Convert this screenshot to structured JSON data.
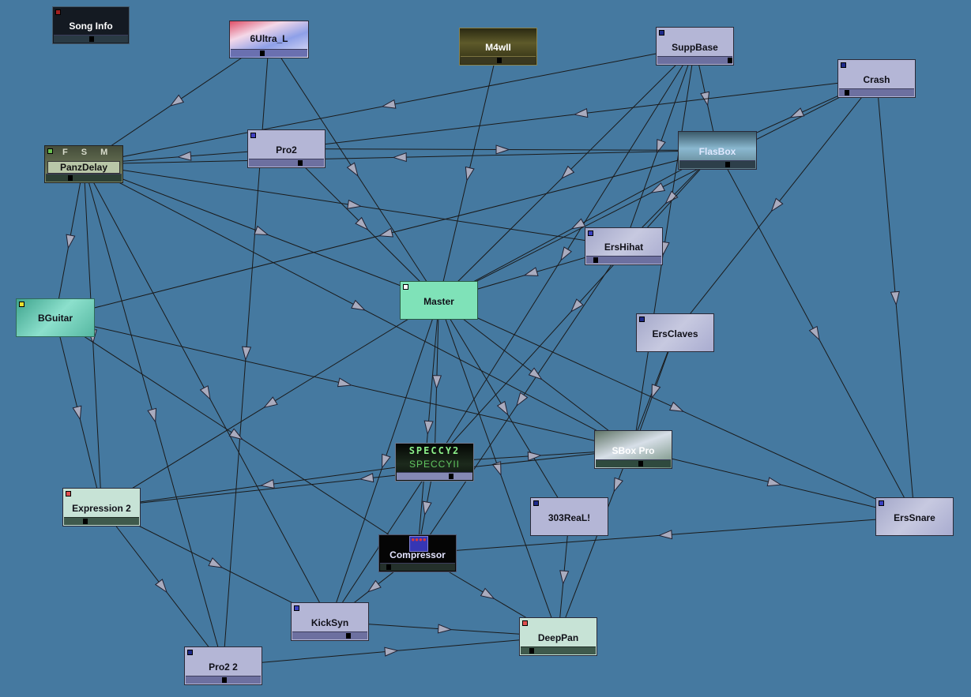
{
  "canvas": {
    "background": "#4579a0",
    "wire_color": "#1a1a1a",
    "arrow_fill": "#a9abbe"
  },
  "machines": [
    {
      "id": "songinfo",
      "label": "Song Info",
      "kind": "song-info",
      "theme": "t-songinfo",
      "led_color": "#a02020",
      "slider_fraction": 0.5
    },
    {
      "id": "ultra",
      "label": "6Ultra_L",
      "kind": "generator",
      "theme": "t-ultra",
      "led_color": "#6a70b0",
      "slider_fraction": 0.4
    },
    {
      "id": "m4",
      "label": "M4wII",
      "kind": "generator",
      "theme": "t-m4",
      "led_color": "#3a3820",
      "slider_fraction": 0.5
    },
    {
      "id": "suppbase",
      "label": "SuppBase",
      "kind": "generator",
      "theme": "t-generator",
      "led_color": "#1e2a8a",
      "slider_fraction": 0.95
    },
    {
      "id": "crash",
      "label": "Crash",
      "kind": "generator",
      "theme": "t-generator",
      "led_color": "#1e2a8a",
      "slider_fraction": 0.08
    },
    {
      "id": "panz",
      "label": "PanzDelay",
      "kind": "effect",
      "theme": "t-panz",
      "led_color": "#6ac050",
      "slider_fraction": 0.3
    },
    {
      "id": "pro2",
      "label": "Pro2",
      "kind": "generator",
      "theme": "t-generator",
      "led_color": "#4040c0",
      "slider_fraction": 0.65
    },
    {
      "id": "flas",
      "label": "FlasBox",
      "kind": "generator",
      "theme": "t-flas",
      "led_color": "#2d3f4a",
      "slider_fraction": 0.62
    },
    {
      "id": "ershihat",
      "label": "ErsHihat",
      "kind": "generator",
      "theme": "t-stone",
      "led_color": "#3a40c0",
      "slider_fraction": 0.1
    },
    {
      "id": "master",
      "label": "Master",
      "kind": "master",
      "theme": "t-master",
      "led_color": "#ffffff",
      "slider_fraction": -1
    },
    {
      "id": "bguitar",
      "label": "BGuitar",
      "kind": "generator",
      "theme": "t-bguitar",
      "led_color": "#e8e030",
      "slider_fraction": -1
    },
    {
      "id": "ersclaves",
      "label": "ErsClaves",
      "kind": "generator",
      "theme": "t-stone",
      "led_color": "#1e2a8a",
      "slider_fraction": -1
    },
    {
      "id": "speccy",
      "label": "SPECCYII",
      "kind": "generator",
      "theme": "t-speccy",
      "led_color": "#8589b4",
      "slider_fraction": 0.7
    },
    {
      "id": "sbox",
      "label": "SBox Pro",
      "kind": "generator",
      "theme": "t-sbox",
      "led_color": "#2f4a3e",
      "slider_fraction": 0.6
    },
    {
      "id": "expr",
      "label": "Expression 2",
      "kind": "control",
      "theme": "t-control",
      "led_color": "#e05050",
      "slider_fraction": 0.26
    },
    {
      "id": "real303",
      "label": "303ReaL!",
      "kind": "generator",
      "theme": "t-generator",
      "led_color": "#1e2a8a",
      "slider_fraction": -1
    },
    {
      "id": "erssnare",
      "label": "ErsSnare",
      "kind": "generator",
      "theme": "t-stone",
      "led_color": "#3a40c0",
      "slider_fraction": -1
    },
    {
      "id": "comp",
      "label": "Compressor",
      "kind": "effect",
      "theme": "t-comp",
      "led_color": "#24302b",
      "slider_fraction": 0.08
    },
    {
      "id": "kicksyn",
      "label": "KickSyn",
      "kind": "generator",
      "theme": "t-generator",
      "led_color": "#3a40c0",
      "slider_fraction": 0.72
    },
    {
      "id": "deeppan",
      "label": "DeepPan",
      "kind": "effect",
      "theme": "t-control",
      "led_color": "#e05050",
      "slider_fraction": 0.12
    },
    {
      "id": "pro22",
      "label": "Pro2 2",
      "kind": "generator",
      "theme": "t-generator",
      "led_color": "#1e2a8a",
      "slider_fraction": 0.48
    }
  ],
  "panzdelay_buttons": "F S M",
  "speccy_logo": "SPECCY2",
  "compressor_chip": "●●●●",
  "connections": [
    [
      "ultra",
      "panz"
    ],
    [
      "ultra",
      "master"
    ],
    [
      "ultra",
      "pro22"
    ],
    [
      "m4",
      "master"
    ],
    [
      "suppbase",
      "panz"
    ],
    [
      "suppbase",
      "master"
    ],
    [
      "suppbase",
      "flas"
    ],
    [
      "suppbase",
      "speccy"
    ],
    [
      "suppbase",
      "ershihat"
    ],
    [
      "suppbase",
      "sbox"
    ],
    [
      "crash",
      "pro2"
    ],
    [
      "crash",
      "master"
    ],
    [
      "crash",
      "flas"
    ],
    [
      "crash",
      "ersclaves"
    ],
    [
      "crash",
      "erssnare"
    ],
    [
      "pro2",
      "panz"
    ],
    [
      "pro2",
      "flas"
    ],
    [
      "pro2",
      "master"
    ],
    [
      "flas",
      "panz"
    ],
    [
      "flas",
      "master"
    ],
    [
      "flas",
      "bguitar"
    ],
    [
      "flas",
      "ershihat"
    ],
    [
      "flas",
      "speccy"
    ],
    [
      "flas",
      "erssnare"
    ],
    [
      "panz",
      "bguitar"
    ],
    [
      "panz",
      "ershihat"
    ],
    [
      "panz",
      "master"
    ],
    [
      "panz",
      "expr"
    ],
    [
      "panz",
      "kicksyn"
    ],
    [
      "panz",
      "sbox"
    ],
    [
      "panz",
      "pro22"
    ],
    [
      "ershihat",
      "master"
    ],
    [
      "ershihat",
      "comp"
    ],
    [
      "master",
      "speccy"
    ],
    [
      "master",
      "expr"
    ],
    [
      "master",
      "comp"
    ],
    [
      "master",
      "kicksyn"
    ],
    [
      "master",
      "deeppan"
    ],
    [
      "master",
      "sbox"
    ],
    [
      "master",
      "erssnare"
    ],
    [
      "master",
      "real303"
    ],
    [
      "bguitar",
      "sbox"
    ],
    [
      "bguitar",
      "expr"
    ],
    [
      "bguitar",
      "comp"
    ],
    [
      "ersclaves",
      "deeppan"
    ],
    [
      "ersclaves",
      "sbox"
    ],
    [
      "speccy",
      "comp"
    ],
    [
      "speccy",
      "sbox"
    ],
    [
      "speccy",
      "expr"
    ],
    [
      "speccy",
      "kicksyn"
    ],
    [
      "sbox",
      "erssnare"
    ],
    [
      "sbox",
      "expr"
    ],
    [
      "expr",
      "kicksyn"
    ],
    [
      "expr",
      "pro22"
    ],
    [
      "comp",
      "kicksyn"
    ],
    [
      "comp",
      "deeppan"
    ],
    [
      "erssnare",
      "comp"
    ],
    [
      "kicksyn",
      "deeppan"
    ],
    [
      "pro22",
      "deeppan"
    ],
    [
      "real303",
      "deeppan"
    ]
  ]
}
